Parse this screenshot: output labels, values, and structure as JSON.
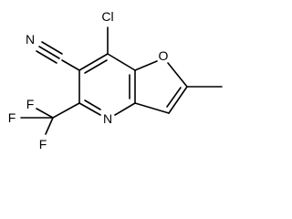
{
  "molecule": {
    "atom_labels": {
      "cl": "Cl",
      "n_nitrile": "N",
      "o_furan": "O",
      "n_pyridine": "N",
      "f_top": "F",
      "f_left": "F",
      "f_bottom": "F"
    },
    "colors": {
      "bond": "#000000",
      "label": "#000000",
      "background": "#ffffff"
    }
  }
}
